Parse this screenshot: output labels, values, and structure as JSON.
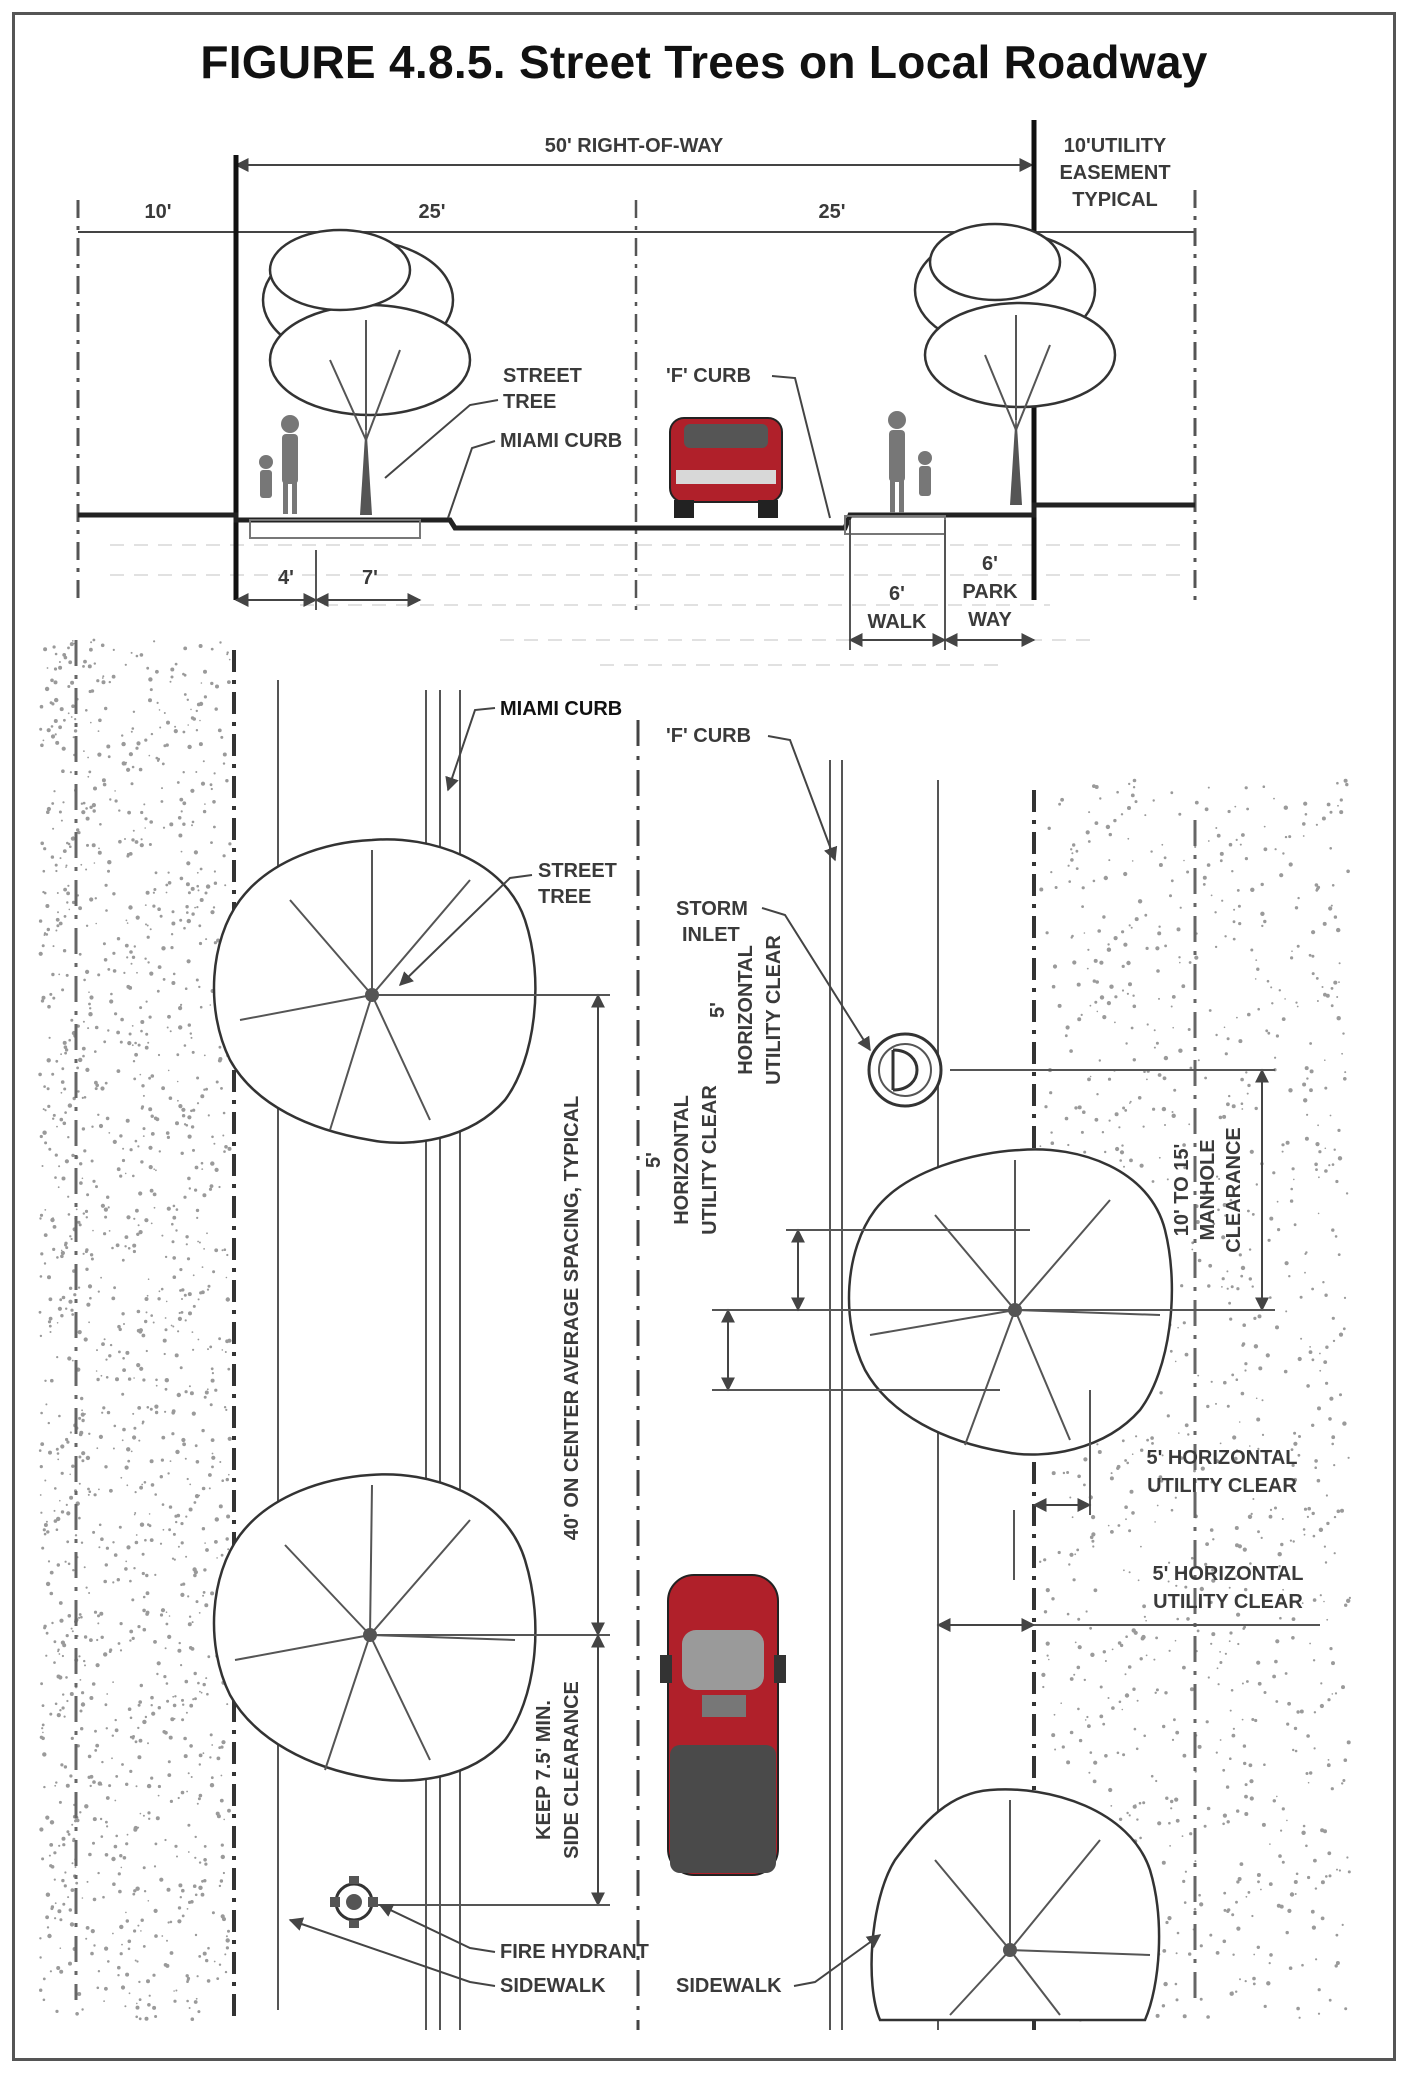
{
  "title": "FIGURE 4.8.5. Street Trees on Local Roadway",
  "section": {
    "right_of_way": "50' RIGHT-OF-WAY",
    "utility_easement": [
      "10'UTILITY",
      "EASEMENT",
      "TYPICAL"
    ],
    "dim_left": "10'",
    "dim_half_left": "25'",
    "dim_half_right": "25'",
    "street_tree": [
      "STREET",
      "TREE"
    ],
    "miami_curb": "MIAMI CURB",
    "f_curb": "'F' CURB",
    "dim_4": "4'",
    "dim_7": "7'",
    "walk": [
      "6'",
      "WALK"
    ],
    "park_way": [
      "6'",
      "PARK",
      "WAY"
    ]
  },
  "plan": {
    "miami_curb": "MIAMI CURB",
    "f_curb": "'F' CURB",
    "street_tree": [
      "STREET",
      "TREE"
    ],
    "storm_inlet": [
      "STORM",
      "INLET"
    ],
    "spacing": "40' ON CENTER AVERAGE SPACING, TYPICAL",
    "side_clearance": [
      "KEEP 7.5' MIN.",
      "SIDE CLEARANCE"
    ],
    "utility_clear_a": [
      "5'",
      "HORIZONTAL",
      "UTILITY CLEAR"
    ],
    "utility_clear_b": [
      "5'",
      "HORIZONTAL",
      "UTILITY CLEAR"
    ],
    "manhole_clearance": [
      "10' TO 15'",
      "MANHOLE",
      "CLEARANCE"
    ],
    "utility_clear_c": [
      "5' HORIZONTAL",
      "UTILITY CLEAR"
    ],
    "utility_clear_d": [
      "5' HORIZONTAL",
      "UTILITY CLEAR"
    ],
    "fire_hydrant": "FIRE HYDRANT",
    "sidewalk_left": "SIDEWALK",
    "sidewalk_right": "SIDEWALK"
  },
  "colors": {
    "car_body": "#b0202a",
    "car_glass": "#9a9a9a",
    "line": "#333333"
  }
}
